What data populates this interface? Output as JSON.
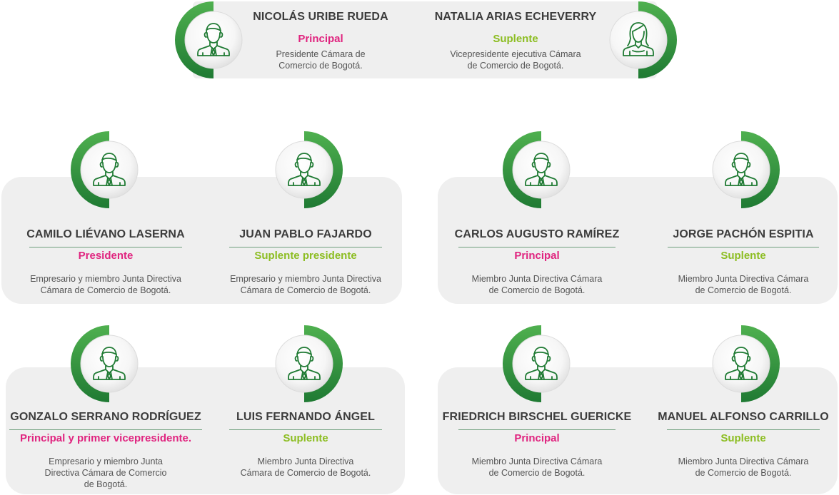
{
  "colors": {
    "principal": "#e0247f",
    "suplente": "#8cbd21",
    "ring_green": "#2e8b3c",
    "panel_bg": "#efefef"
  },
  "top": {
    "left": {
      "name": "NICOLÁS URIBE RUEDA",
      "role": "Principal",
      "desc_1": "Presidente Cámara de",
      "desc_2": "Comercio de Bogotá.",
      "icon": "man-avatar-icon"
    },
    "right": {
      "name": "NATALIA ARIAS ECHEVERRY",
      "role": "Suplente",
      "desc_1": "Vicepresidente ejecutiva Cámara",
      "desc_2": "de Comercio de Bogotá.",
      "icon": "woman-avatar-icon"
    }
  },
  "members": [
    {
      "name": "CAMILO LIÉVANO LASERNA",
      "role": "Presidente",
      "desc_1": "Empresario y miembro Junta Directiva",
      "desc_2": "Cámara de Comercio de Bogotá.",
      "desc_3": ""
    },
    {
      "name": "JUAN PABLO FAJARDO",
      "role": "Suplente presidente",
      "desc_1": "Empresario y miembro Junta Directiva",
      "desc_2": "Cámara de Comercio de Bogotá.",
      "desc_3": ""
    },
    {
      "name": "CARLOS AUGUSTO RAMÍREZ",
      "role": "Principal",
      "desc_1": "Miembro Junta Directiva Cámara",
      "desc_2": "de Comercio de Bogotá.",
      "desc_3": ""
    },
    {
      "name": "JORGE PACHÓN ESPITIA",
      "role": "Suplente",
      "desc_1": "Miembro Junta Directiva Cámara",
      "desc_2": "de Comercio de Bogotá.",
      "desc_3": ""
    },
    {
      "name": "GONZALO SERRANO RODRÍGUEZ",
      "role": "Principal y primer vicepresidente.",
      "desc_1": "Empresario y miembro Junta",
      "desc_2": "Directiva Cámara de Comercio",
      "desc_3": "de Bogotá."
    },
    {
      "name": "LUIS FERNANDO ÁNGEL",
      "role": "Suplente",
      "desc_1": "Miembro Junta Directiva",
      "desc_2": "Cámara de Comercio de Bogotá.",
      "desc_3": ""
    },
    {
      "name": "FRIEDRICH BIRSCHEL GUERICKE",
      "role": "Principal",
      "desc_1": "Miembro Junta Directiva Cámara",
      "desc_2": "de Comercio de Bogotá.",
      "desc_3": ""
    },
    {
      "name": "MANUEL ALFONSO CARRILLO",
      "role": "Suplente",
      "desc_1": "Miembro Junta Directiva Cámara",
      "desc_2": "de Comercio de Bogotá.",
      "desc_3": ""
    }
  ]
}
